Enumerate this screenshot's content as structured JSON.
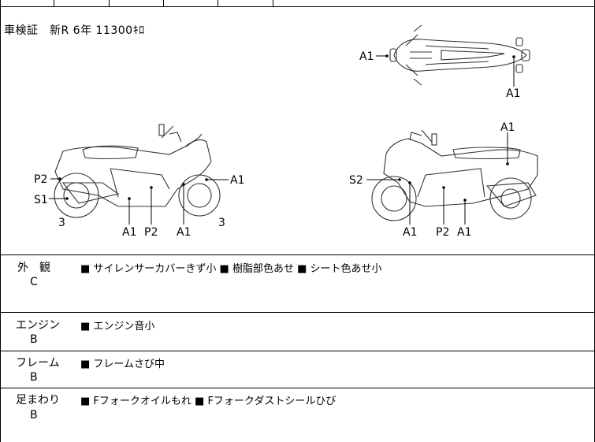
{
  "registration": "車検証　新R 6年 11300ｷﾛ",
  "markers": {
    "top_left": "A1",
    "top_right": "A1",
    "left_p2": "P2",
    "left_s1": "S1",
    "left_a1_front": "A1",
    "left_three_rear": "3",
    "left_a1_b1": "A1",
    "left_p2_b": "P2",
    "left_a1_b2": "A1",
    "left_three_front": "3",
    "right_a1_top": "A1",
    "right_s2": "S2",
    "right_a1_b1": "A1",
    "right_p2_b": "P2",
    "right_a1_b2": "A1"
  },
  "sections": [
    {
      "label": "外　観",
      "grade": "C",
      "notes": "■ サイレンサーカバーきず小 ■ 樹脂部色あせ ■ シート色あせ小"
    },
    {
      "label": "エンジン",
      "grade": "B",
      "notes": "■ エンジン音小"
    },
    {
      "label": "フレーム",
      "grade": "B",
      "notes": "■ フレームさび中"
    },
    {
      "label": "足まわり",
      "grade": "B",
      "notes": "■ Fフォークオイルもれ ■ Fフォークダストシールひび"
    }
  ]
}
